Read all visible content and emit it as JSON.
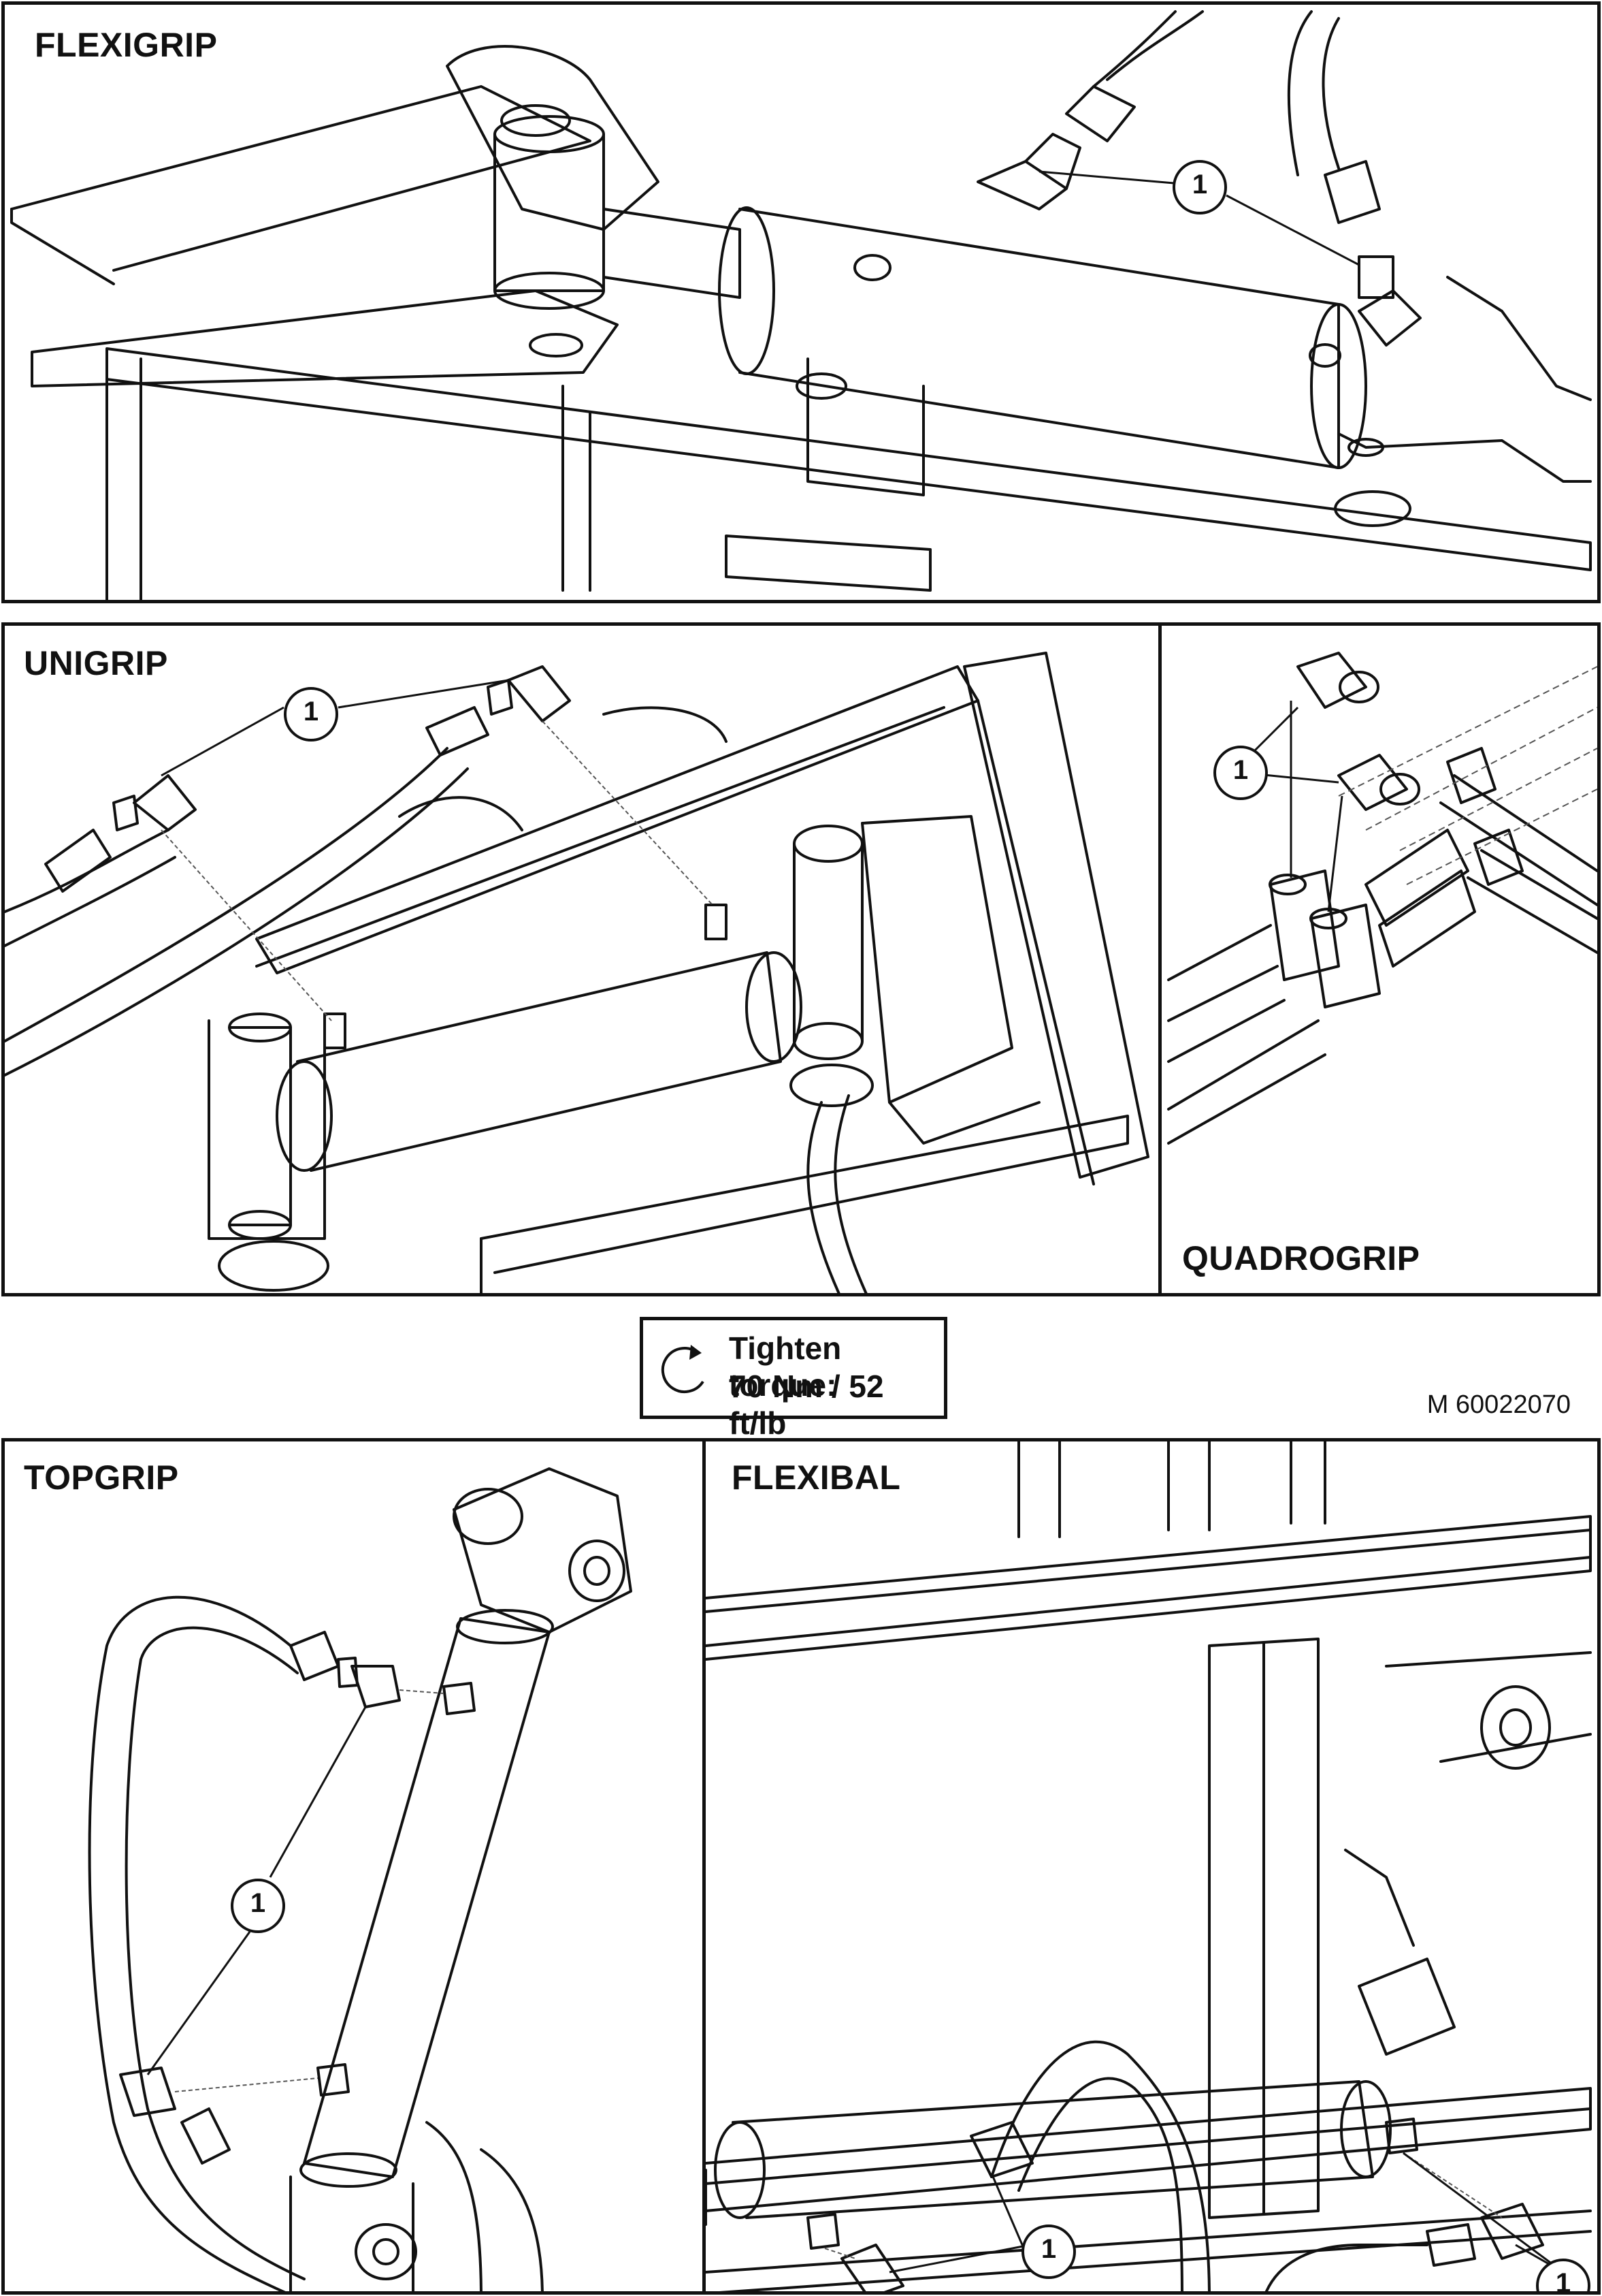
{
  "panels": {
    "flexigrip": {
      "title": "FLEXIGRIP",
      "callout": "1"
    },
    "unigrip": {
      "title": "UNIGRIP",
      "callout": "1"
    },
    "quadrogrip": {
      "title": "QUADROGRIP",
      "callout": "1"
    },
    "topgrip": {
      "title": "TOPGRIP",
      "callout": "1"
    },
    "flexibal": {
      "title": "FLEXIBAL",
      "callouts": [
        "1",
        "1"
      ]
    }
  },
  "torque_box": {
    "line1": "Tighten torque:",
    "line2": "70 Nm / 52 ft/lb",
    "icon": "rotate-clockwise-icon"
  },
  "document_id": "M 60022070"
}
